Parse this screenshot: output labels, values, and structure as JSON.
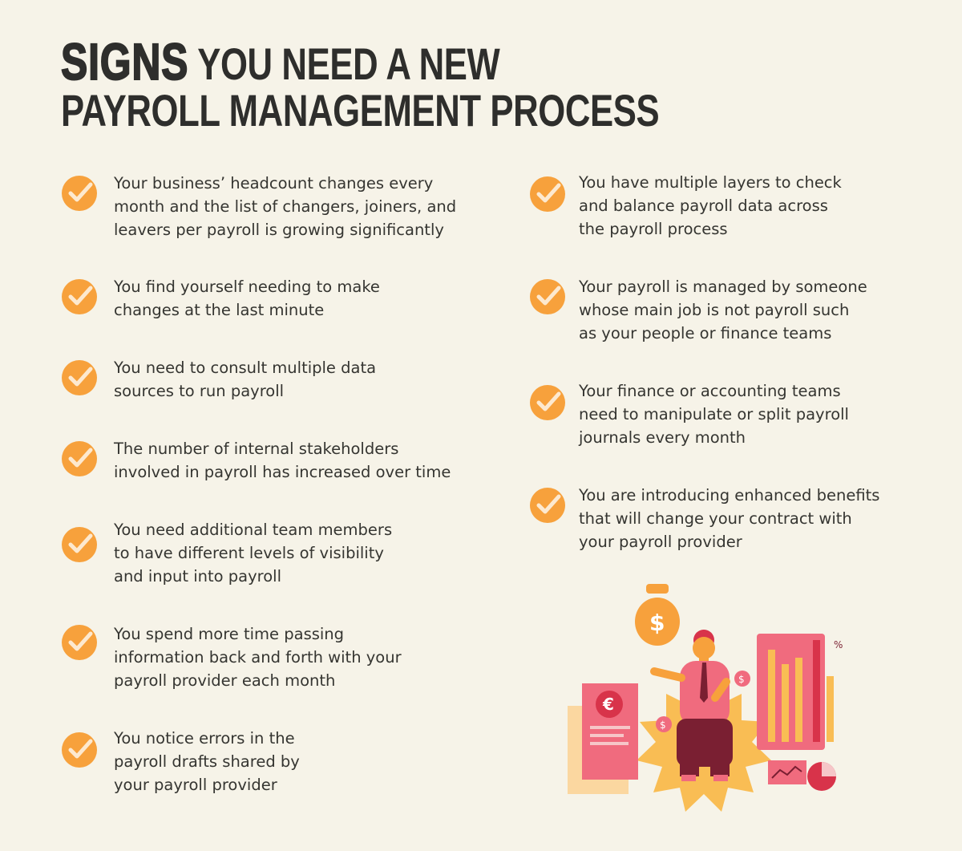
{
  "title": {
    "highlight": "SIGNS",
    "line1_rest": "YOU NEED A NEW",
    "line2": "PAYROLL MANAGEMENT PROCESS"
  },
  "colors": {
    "background": "#f6f3e8",
    "text": "#2e2e2c",
    "check_fill": "#f7a13c",
    "check_mark": "#fde9cf",
    "accent_pink": "#f06b7e",
    "accent_red": "#d8334a",
    "accent_maroon": "#7a1f32"
  },
  "icons": {
    "item_icon": "check-circle-icon"
  },
  "left_items": [
    {
      "lines": [
        "Your business’ headcount changes every",
        "month and the list of changers, joiners, and",
        "leavers per payroll is growing significantly"
      ]
    },
    {
      "lines": [
        "You find yourself needing to make",
        "changes at the last minute"
      ]
    },
    {
      "lines": [
        "You need to consult multiple data",
        "sources to run payroll"
      ]
    },
    {
      "lines": [
        "The number of internal stakeholders",
        "involved in payroll has increased over time"
      ]
    },
    {
      "lines": [
        "You need additional team members",
        "to have different levels of visibility",
        "and input into payroll"
      ]
    },
    {
      "lines": [
        "You spend more time passing",
        "information back and forth with your",
        "payroll provider each month"
      ]
    },
    {
      "lines": [
        "You notice errors in the",
        "payroll drafts shared by",
        "your payroll provider"
      ]
    }
  ],
  "right_items": [
    {
      "lines": [
        "You have multiple layers to check",
        "and balance payroll data across",
        "the payroll process"
      ]
    },
    {
      "lines": [
        "Your payroll is managed by someone",
        "whose main job is not payroll such",
        "as your people or finance teams"
      ]
    },
    {
      "lines": [
        "Your finance or accounting teams",
        "need to manipulate or split payroll",
        "journals every month"
      ]
    },
    {
      "lines": [
        "You are introducing enhanced benefits",
        "that will change your contract with",
        "your payroll provider"
      ]
    }
  ],
  "illustration": {
    "money_bag_symbol": "$",
    "euro_symbol": "€",
    "coin_symbol": "$",
    "percent_symbol": "%"
  }
}
